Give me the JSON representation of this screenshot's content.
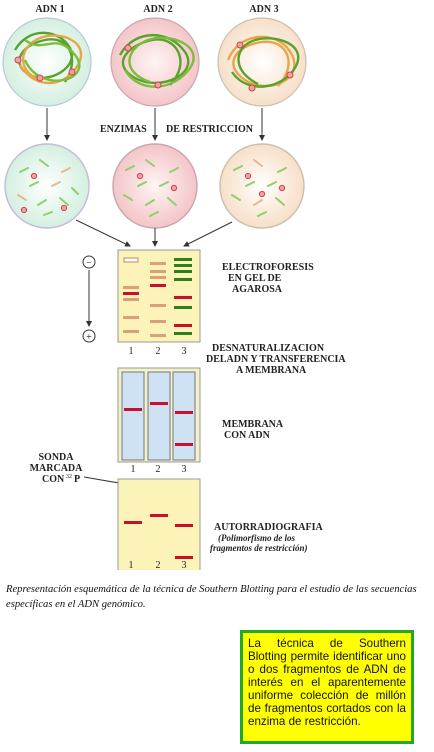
{
  "diagram": {
    "dna_labels": [
      "ADN 1",
      "ADN 2",
      "ADN 3"
    ],
    "enzyme_label": [
      "ENZIMAS",
      "DE RESTRICCION"
    ],
    "step_electro": [
      "ELECTROFORESIS",
      "EN GEL DE",
      "AGAROSA"
    ],
    "step_denat": [
      "DESNATURALIZACION",
      "DELADN Y TRANSFERENCIA",
      "A MEMBRANA"
    ],
    "step_membrana": [
      "MEMBRANA",
      "CON ADN"
    ],
    "probe": [
      "SONDA",
      "MARCADA",
      "CON"
    ],
    "probe_isotope": "32",
    "probe_element": "P",
    "step_auto": "AUTORRADIOGRAFIA",
    "polymorphism": [
      "(Polimorfismo de los",
      "fragmentos de restricción)"
    ],
    "lane_numbers": [
      "1",
      "2",
      "3"
    ],
    "minus": "−",
    "plus": "+",
    "colors": {
      "circle1": "#d6f2e4",
      "circle2": "#f7cccc",
      "circle3": "#f8e2c8",
      "gel": "#fbf3b8",
      "membrane": "#cfe2f3",
      "band_red": "#c8102e",
      "band_green": "#2f7d1f",
      "band_tan": "#d8a07c"
    }
  },
  "caption": "Representación esquemática de la técnica de Southern Blotting para el estudio de las secuencias específicas en el ADN genómico.",
  "note": "La técnica de Southern Blotting permite identificar uno o dos fragmentos de ADN de interés en el aparentemente uniforme colección de millón de fragmentos cortados con la enzima de restricción."
}
